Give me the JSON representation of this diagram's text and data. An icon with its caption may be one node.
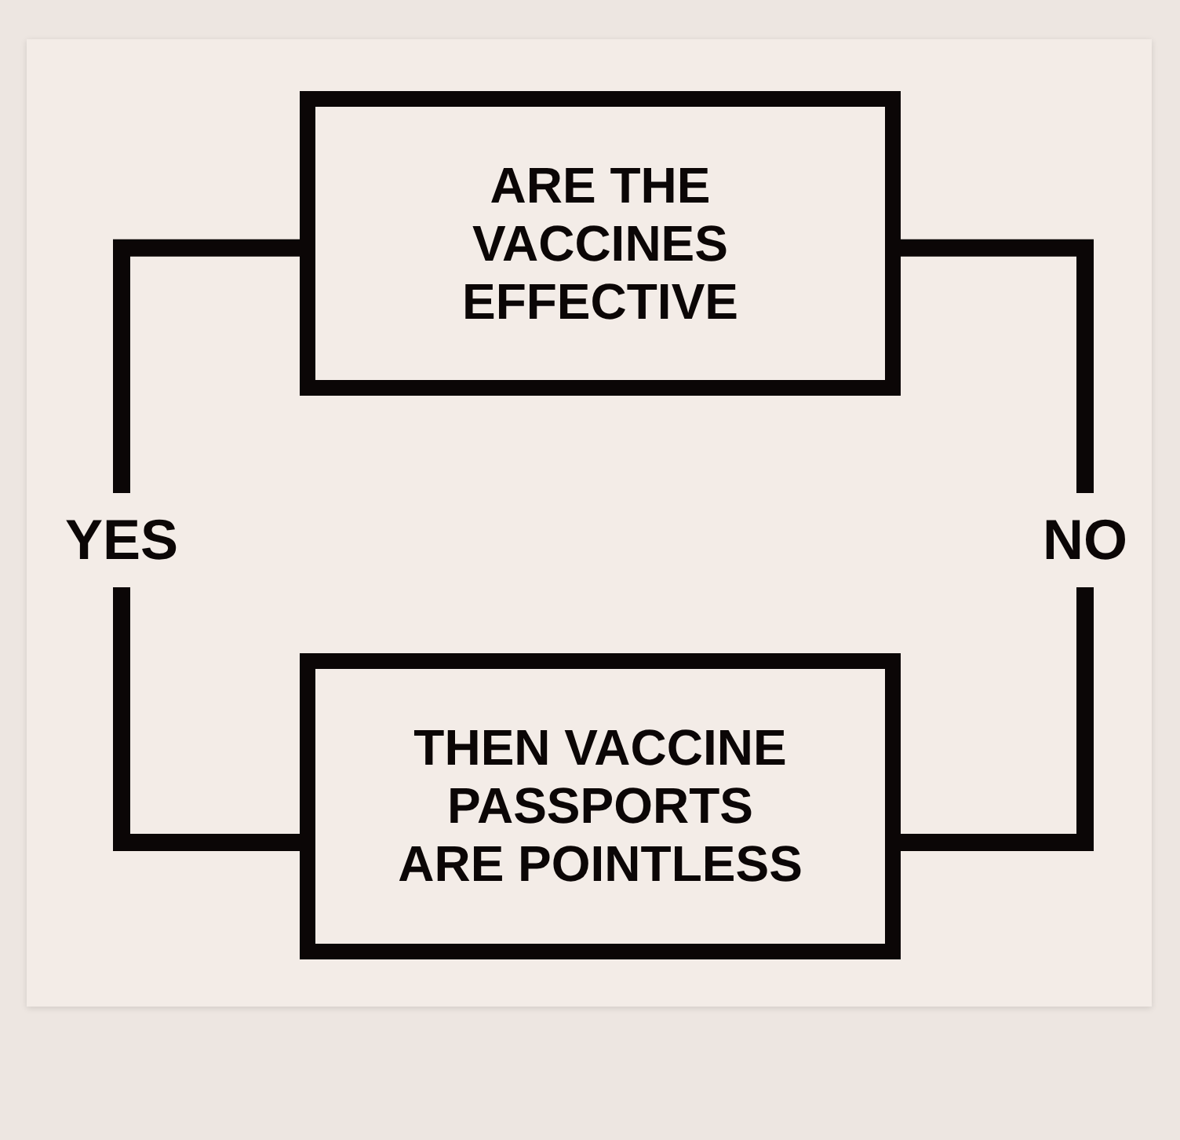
{
  "diagram": {
    "nodes": [
      {
        "text": [
          "ARE THE VACCINES EFFECTIVE"
        ]
      },
      {
        "text": [
          "THEN VACCINE PASSPORTS ARE POINTLESS"
        ]
      }
    ],
    "edges": [
      {
        "from": 0,
        "to": 1,
        "arrow": "none",
        "label": "YES"
      },
      {
        "from": 0,
        "to": 1,
        "arrow": "none",
        "label": "NO"
      }
    ]
  }
}
